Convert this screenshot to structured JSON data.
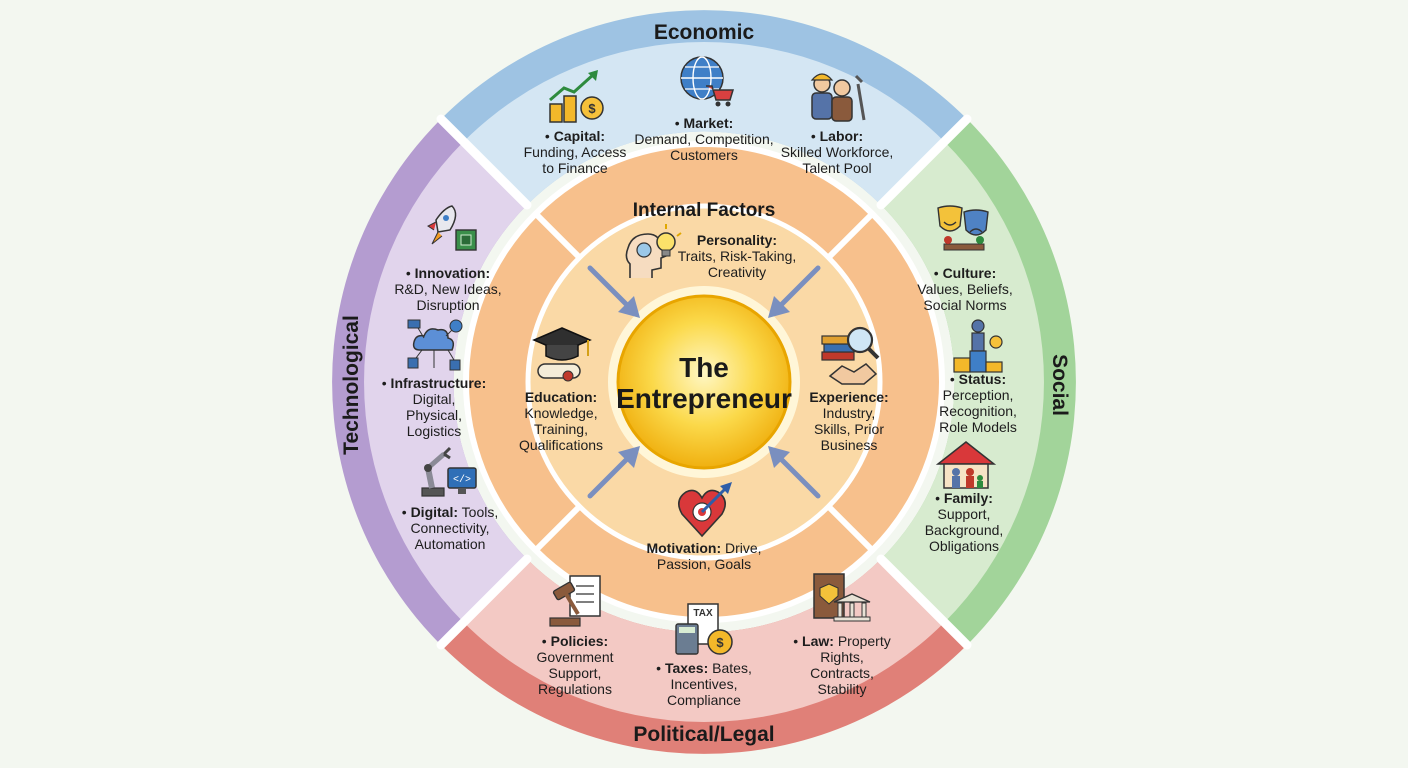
{
  "center": {
    "line1": "The",
    "line2": "Entrepreneur"
  },
  "outer": {
    "economic": {
      "title": "Economic",
      "items": [
        {
          "icon": "capital-growth-icon",
          "name": "Capital:",
          "desc1": "Funding, Access",
          "desc2": "to Finance"
        },
        {
          "icon": "globe-cart-icon",
          "name": "Market:",
          "desc1": "Demand, Competition,",
          "desc2": "Customers"
        },
        {
          "icon": "workers-icon",
          "name": "Labor:",
          "desc1": "Skilled Workforce,",
          "desc2": "Talent Pool"
        }
      ]
    },
    "social": {
      "title": "Social",
      "items": [
        {
          "icon": "theater-masks-icon",
          "name": "Culture:",
          "desc1": "Values, Beliefs,",
          "desc2": "Social Norms"
        },
        {
          "icon": "podium-icon",
          "name": "Status:",
          "desc1": "Perception,",
          "desc2": "Recognition,",
          "desc3": "Role Models"
        },
        {
          "icon": "house-family-icon",
          "name": "Family:",
          "desc1": "Support,",
          "desc2": "Background,",
          "desc3": "Obligations"
        }
      ]
    },
    "political": {
      "title": "Political/Legal",
      "items": [
        {
          "icon": "gavel-document-icon",
          "name": "Policies:",
          "desc1": "Government",
          "desc2": "Support,",
          "desc3": "Regulations"
        },
        {
          "icon": "tax-calculator-icon",
          "name": "Taxes:",
          "desc0": "Bates,",
          "desc1": "Incentives,",
          "desc2": "Compliance",
          "tax_tag": "TAX"
        },
        {
          "icon": "law-book-icon",
          "name": "Law:",
          "desc0": "Property",
          "desc1": "Rights,",
          "desc2": "Contracts,",
          "desc3": "Stability"
        }
      ]
    },
    "technological": {
      "title": "Technological",
      "items": [
        {
          "icon": "rocket-chip-icon",
          "name": "Innovation:",
          "desc1": "R&D, New Ideas,",
          "desc2": "Disruption"
        },
        {
          "icon": "cloud-network-icon",
          "name": "Infrastructure:",
          "desc1": "Digital,",
          "desc2": "Physical,",
          "desc3": "Logistics"
        },
        {
          "icon": "robot-arm-icon",
          "name": "Digital:",
          "desc0": "Tools,",
          "desc1": "Connectivity,",
          "desc2": "Automation"
        }
      ]
    }
  },
  "internal": {
    "title": "Internal Factors",
    "items": [
      {
        "icon": "head-lightbulb-icon",
        "name": "Personality:",
        "desc1": "Traits, Risk-Taking,",
        "desc2": "Creativity"
      },
      {
        "icon": "graduation-cap-icon",
        "name": "Education:",
        "desc1": "Knowledge,",
        "desc2": "Training,",
        "desc3": "Qualifications"
      },
      {
        "icon": "books-handshake-icon",
        "name": "Experience:",
        "desc1": "Industry,",
        "desc2": "Skills, Prior",
        "desc3": "Business"
      },
      {
        "icon": "heart-arrow-icon",
        "name": "Motivation:",
        "desc0": "Drive,",
        "desc1": "Passion, Goals"
      }
    ]
  },
  "colors": {
    "economic_band": "#9ec3e3",
    "economic_fill": "#d4e6f3",
    "social_band": "#a2d49a",
    "social_fill": "#d7ebcf",
    "political_band": "#e08078",
    "political_fill": "#f3c9c4",
    "tech_band": "#b49cd0",
    "tech_fill": "#e1d4ec",
    "internal_fill": "#f7c08c",
    "inner_fill": "#fad9a6",
    "center_fill": "#f7c41c",
    "arrow": "#7a8fbf"
  }
}
